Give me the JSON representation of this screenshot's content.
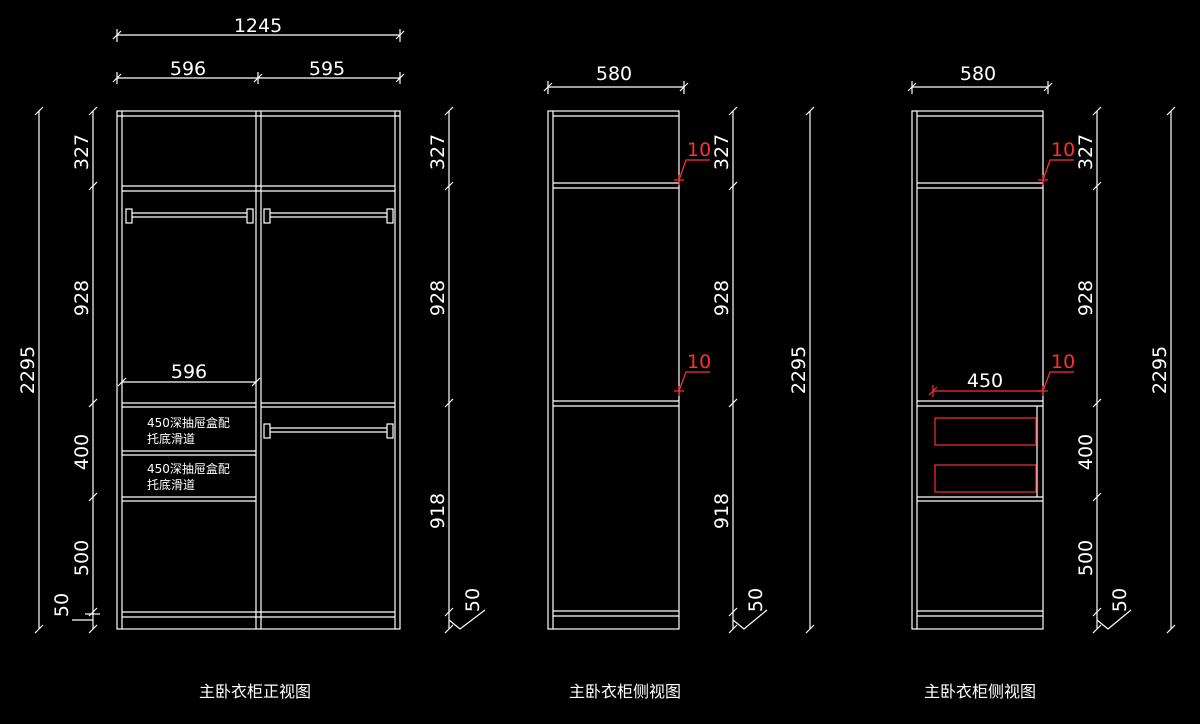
{
  "colors": {
    "background": "#000000",
    "line": "#ffffff",
    "accent": "#ff3030"
  },
  "front_view": {
    "title": "主卧衣柜正视图",
    "width_total": "1245",
    "width_left": "596",
    "width_right": "595",
    "drawer_width": "596",
    "heights_left": [
      "327",
      "928",
      "400",
      "500",
      "50"
    ],
    "height_total": "2295",
    "heights_right": [
      "327",
      "928",
      "918",
      "50"
    ],
    "drawer1_line1": "450深抽屉盒配",
    "drawer1_line2": "托底滑道",
    "drawer2_line1": "450深抽屉盒配",
    "drawer2_line2": "托底滑道"
  },
  "side_view_1": {
    "title": "主卧衣柜侧视图",
    "width": "580",
    "offset_top": "10",
    "offset_mid": "10",
    "heights": [
      "327",
      "928",
      "918",
      "50"
    ],
    "height_total": "2295"
  },
  "side_view_2": {
    "title": "主卧衣柜侧视图",
    "width": "580",
    "offset_top": "10",
    "offset_mid": "10",
    "drawer_depth": "450",
    "heights": [
      "327",
      "928",
      "400",
      "500",
      "50"
    ],
    "height_total": "2295"
  }
}
